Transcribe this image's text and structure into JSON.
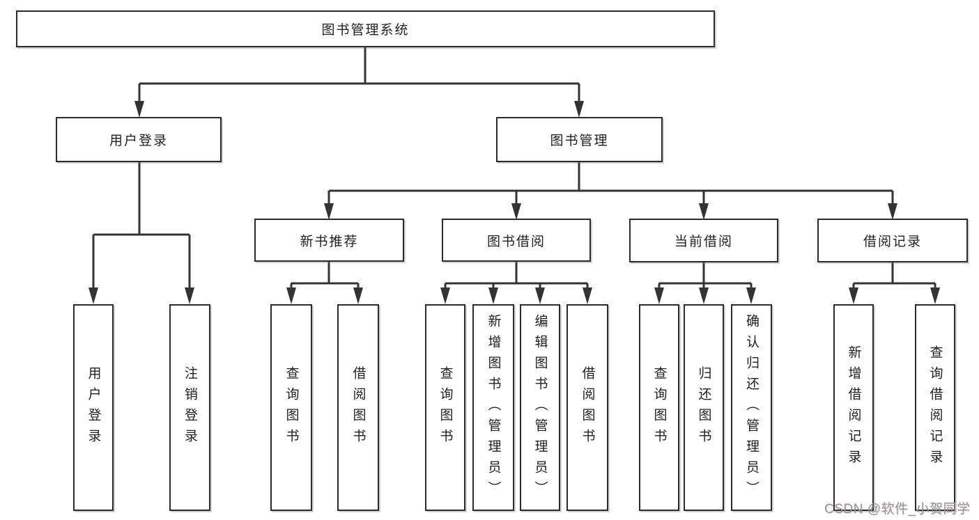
{
  "diagram_type": "hierarchy-tree",
  "tree": {
    "label": "图书管理系统",
    "children": [
      {
        "label": "用户登录",
        "children": [
          {
            "label": "用户登录"
          },
          {
            "label": "注销登录"
          }
        ]
      },
      {
        "label": "图书管理",
        "children": [
          {
            "label": "新书推荐",
            "children": [
              {
                "label": "查询图书"
              },
              {
                "label": "借阅图书"
              }
            ]
          },
          {
            "label": "图书借阅",
            "children": [
              {
                "label": "查询图书"
              },
              {
                "label": "新增图书（管理员）"
              },
              {
                "label": "编辑图书（管理员）"
              },
              {
                "label": "借阅图书"
              }
            ]
          },
          {
            "label": "当前借阅",
            "children": [
              {
                "label": "查询图书"
              },
              {
                "label": "归还图书"
              },
              {
                "label": "确认归还（管理员）"
              }
            ]
          },
          {
            "label": "借阅记录",
            "children": [
              {
                "label": "新增借阅记录"
              },
              {
                "label": "查询借阅记录"
              }
            ]
          }
        ]
      }
    ]
  },
  "watermark": {
    "text": "CSDN @软件_小贺同学"
  },
  "colors": {
    "line": "#333333",
    "box_border": "#2b2b2b",
    "text": "#1f1f1f",
    "watermark": "#97979b",
    "background": "#ffffff"
  }
}
